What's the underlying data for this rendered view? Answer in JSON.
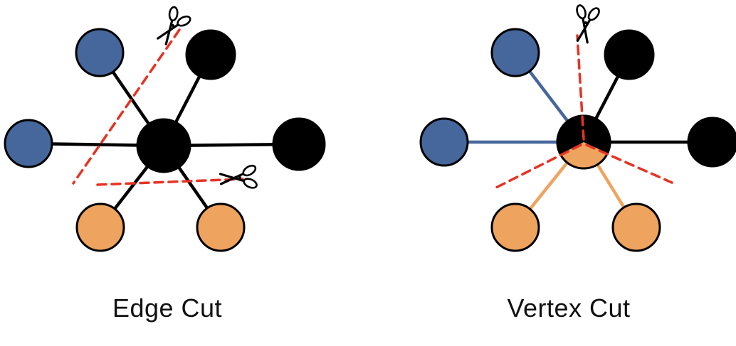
{
  "panels": {
    "edge_cut": {
      "caption": "Edge Cut"
    },
    "vertex_cut": {
      "caption": "Vertex Cut"
    }
  },
  "colors": {
    "blue": "#46679B",
    "orange": "#EEA45E",
    "black": "#000000",
    "cut": "#E63223",
    "background": "#FFFFFF"
  },
  "icons": {
    "scissors": "✂"
  },
  "graph": {
    "edge_cut": {
      "center_color": "black",
      "satellite_colors": [
        "blue",
        "black",
        "blue",
        "black",
        "orange",
        "orange"
      ],
      "cut_lines": 2,
      "scissors_count": 2
    },
    "vertex_cut": {
      "center_colors": [
        "black",
        "orange"
      ],
      "satellite_colors": [
        "blue",
        "black",
        "blue",
        "black",
        "orange",
        "orange"
      ],
      "cut_lines": 3,
      "scissors_count": 1
    }
  }
}
